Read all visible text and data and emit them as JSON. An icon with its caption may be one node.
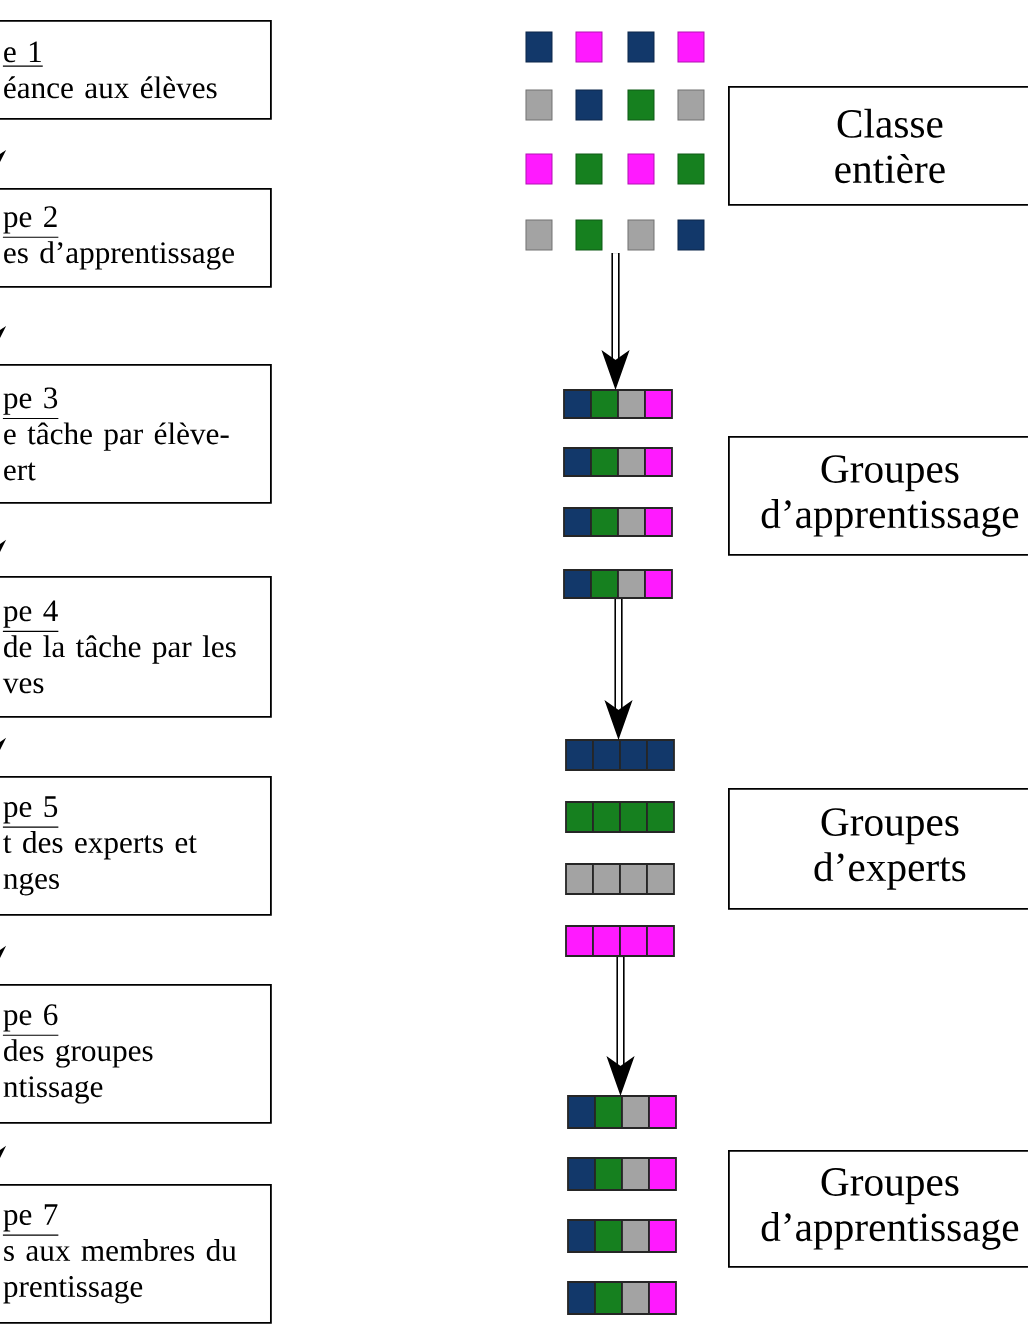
{
  "diagram": {
    "nodes": [
      {
        "text": [
          "e 1",
          "éance aux élèves"
        ]
      },
      {
        "text": [
          "pe 2",
          "es d’apprentissage"
        ]
      },
      {
        "text": [
          "pe 3",
          "e tâche par élève- ert"
        ]
      },
      {
        "text": [
          "pe 4",
          "de la tâche par les ves"
        ]
      },
      {
        "text": [
          "pe 5",
          "t des experts et nges"
        ]
      },
      {
        "text": [
          "pe 6",
          "des groupes ntissage"
        ]
      },
      {
        "text": [
          "pe 7",
          "s aux membres du prentissage"
        ]
      },
      {
        "text": [],
        "shape": "picture"
      },
      {
        "text": [
          "Classe entière"
        ]
      },
      {
        "text": [],
        "shape": "picture"
      },
      {
        "text": [
          "Groupes d’apprentissage"
        ]
      },
      {
        "text": [],
        "shape": "picture"
      },
      {
        "text": [
          "Groupes d’experts"
        ]
      },
      {
        "text": [],
        "shape": "picture"
      },
      {
        "text": [
          "Groupes d’apprentissage"
        ]
      }
    ],
    "edges": [
      {
        "from": 0,
        "to": 1,
        "arrow": "to"
      },
      {
        "from": 1,
        "to": 2,
        "arrow": "to"
      },
      {
        "from": 2,
        "to": 3,
        "arrow": "to"
      },
      {
        "from": 3,
        "to": 4,
        "arrow": "to"
      },
      {
        "from": 4,
        "to": 5,
        "arrow": "to"
      },
      {
        "from": 5,
        "to": 6,
        "arrow": "to"
      },
      {
        "from": 7,
        "to": 9,
        "arrow": "to"
      },
      {
        "from": 9,
        "to": 11,
        "arrow": "to"
      },
      {
        "from": 11,
        "to": 13,
        "arrow": "to"
      }
    ]
  }
}
